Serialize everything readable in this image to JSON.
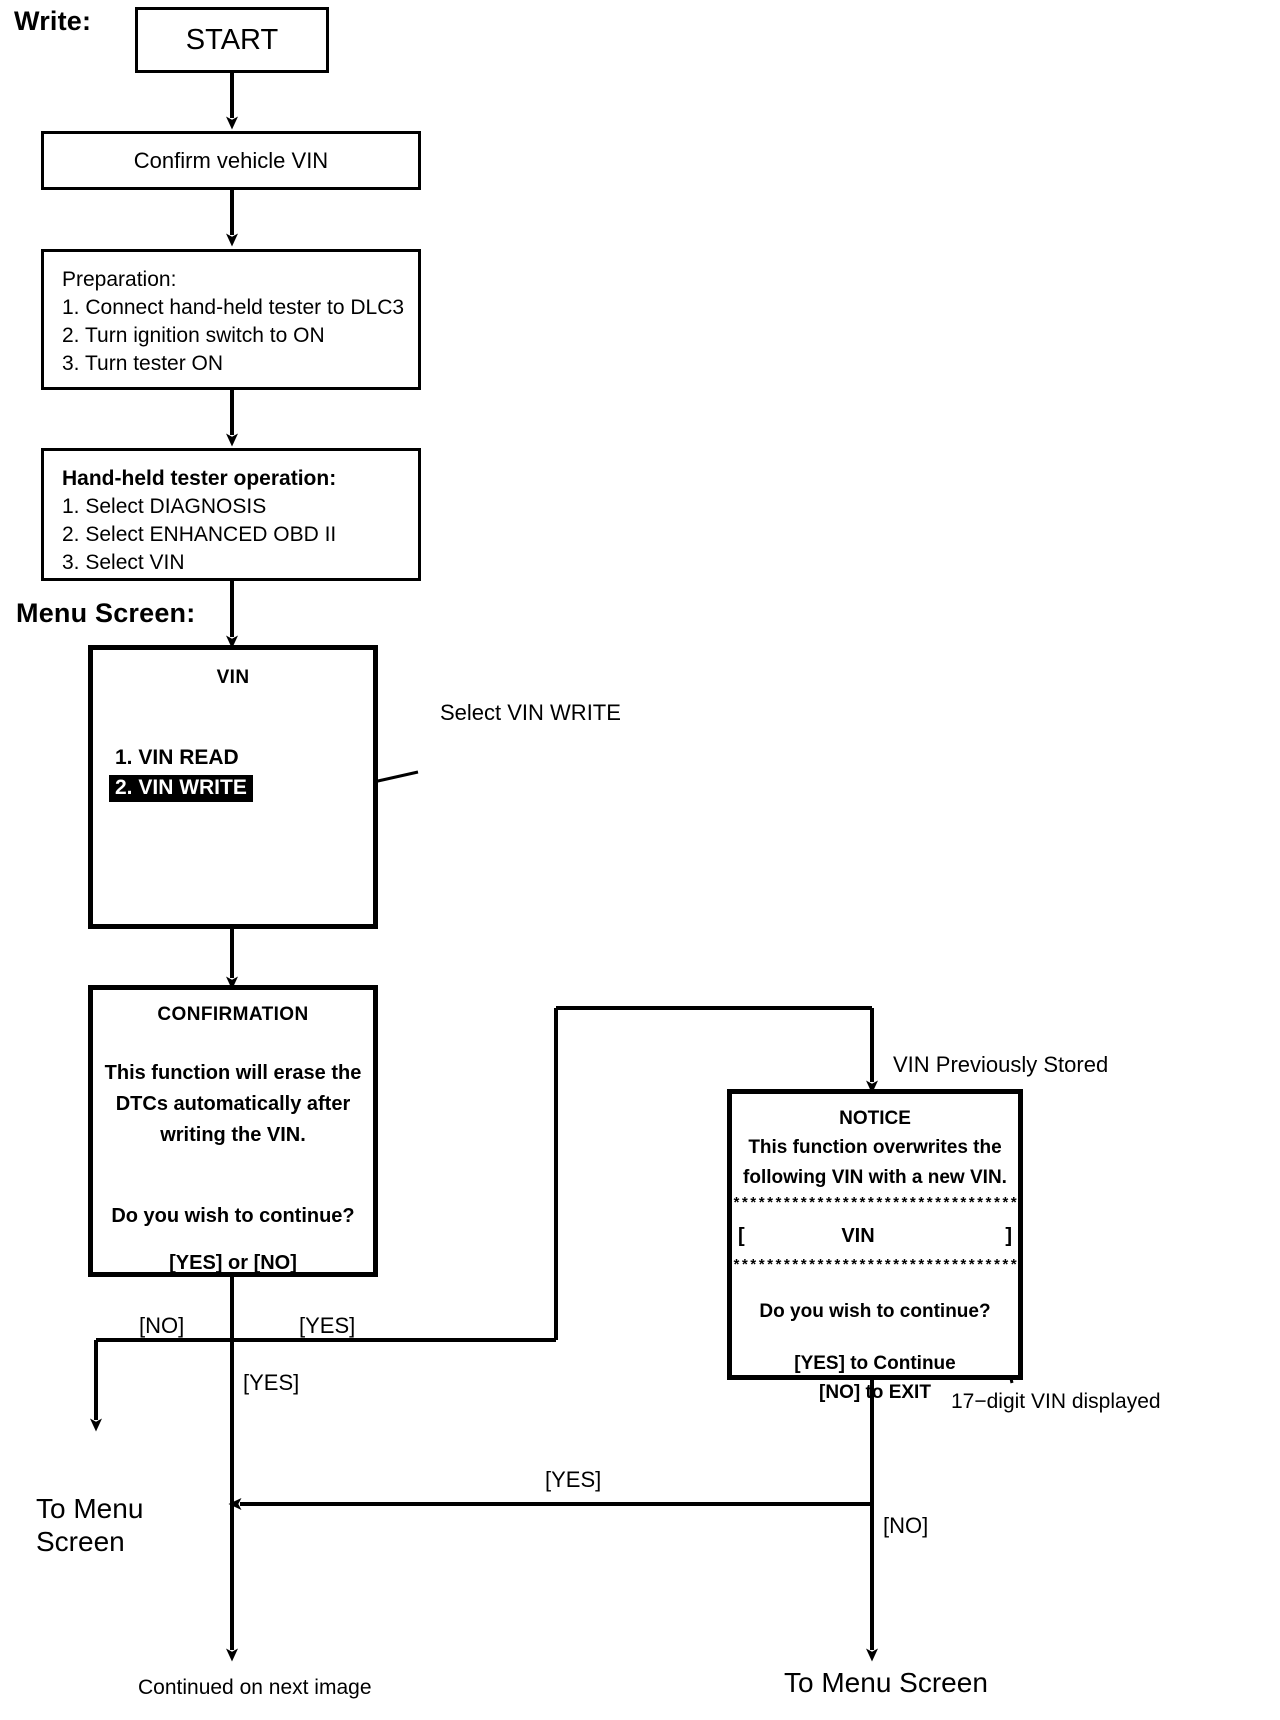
{
  "title_label": "Write:",
  "section_labels": {
    "menu_screen": "Menu Screen:"
  },
  "nodes": {
    "start": {
      "text": "START"
    },
    "confirm_vin": {
      "text": "Confirm vehicle VIN"
    },
    "preparation": {
      "heading": "Preparation:",
      "steps": [
        "1. Connect hand-held tester to DLC3",
        "2. Turn ignition switch to ON",
        "3. Turn tester ON"
      ]
    },
    "tester_operation": {
      "heading": "Hand-held tester operation:",
      "steps": [
        "1. Select DIAGNOSIS",
        "2. Select ENHANCED OBD II",
        "3. Select VIN"
      ]
    },
    "vin_menu": {
      "screen_title": "VIN",
      "items": [
        {
          "label": "1. VIN READ",
          "selected": false
        },
        {
          "label": "2. VIN WRITE",
          "selected": true
        }
      ]
    },
    "confirmation": {
      "screen_title": "CONFIRMATION",
      "lines": [
        "This function will erase the",
        "DTCs automatically after",
        "writing the VIN."
      ],
      "question": "Do you wish to continue?",
      "answers": "[YES] or [NO]"
    },
    "notice": {
      "screen_title": "NOTICE",
      "lines": [
        "This function overwrites the",
        "following VIN with a new VIN."
      ],
      "rule_top": "************************************",
      "vin_open_bracket": "[",
      "vin_text": "VIN",
      "vin_close_bracket": "]",
      "rule_bottom": "************************************",
      "question": "Do you wish to continue?",
      "answer_yes": "[YES] to Continue",
      "answer_no": "[NO] to EXIT"
    }
  },
  "callouts": {
    "select_vin_write": "Select VIN WRITE",
    "vin_previously_stored": "VIN Previously Stored",
    "vin_digits": "17−digit VIN displayed"
  },
  "edge_labels": {
    "no_from_confirmation": "[NO]",
    "yes_from_confirmation": "[YES]",
    "yes_down": "[YES]",
    "yes_from_notice": "[YES]",
    "no_from_notice": "[NO]"
  },
  "terminals": {
    "to_menu_screen_left": "To Menu\nScreen",
    "continued": "Continued on next image",
    "to_menu_screen_right": "To Menu Screen"
  },
  "colors": {
    "ink": "#000000",
    "paper": "#ffffff",
    "highlight_bg": "#000000",
    "highlight_fg": "#ffffff"
  }
}
